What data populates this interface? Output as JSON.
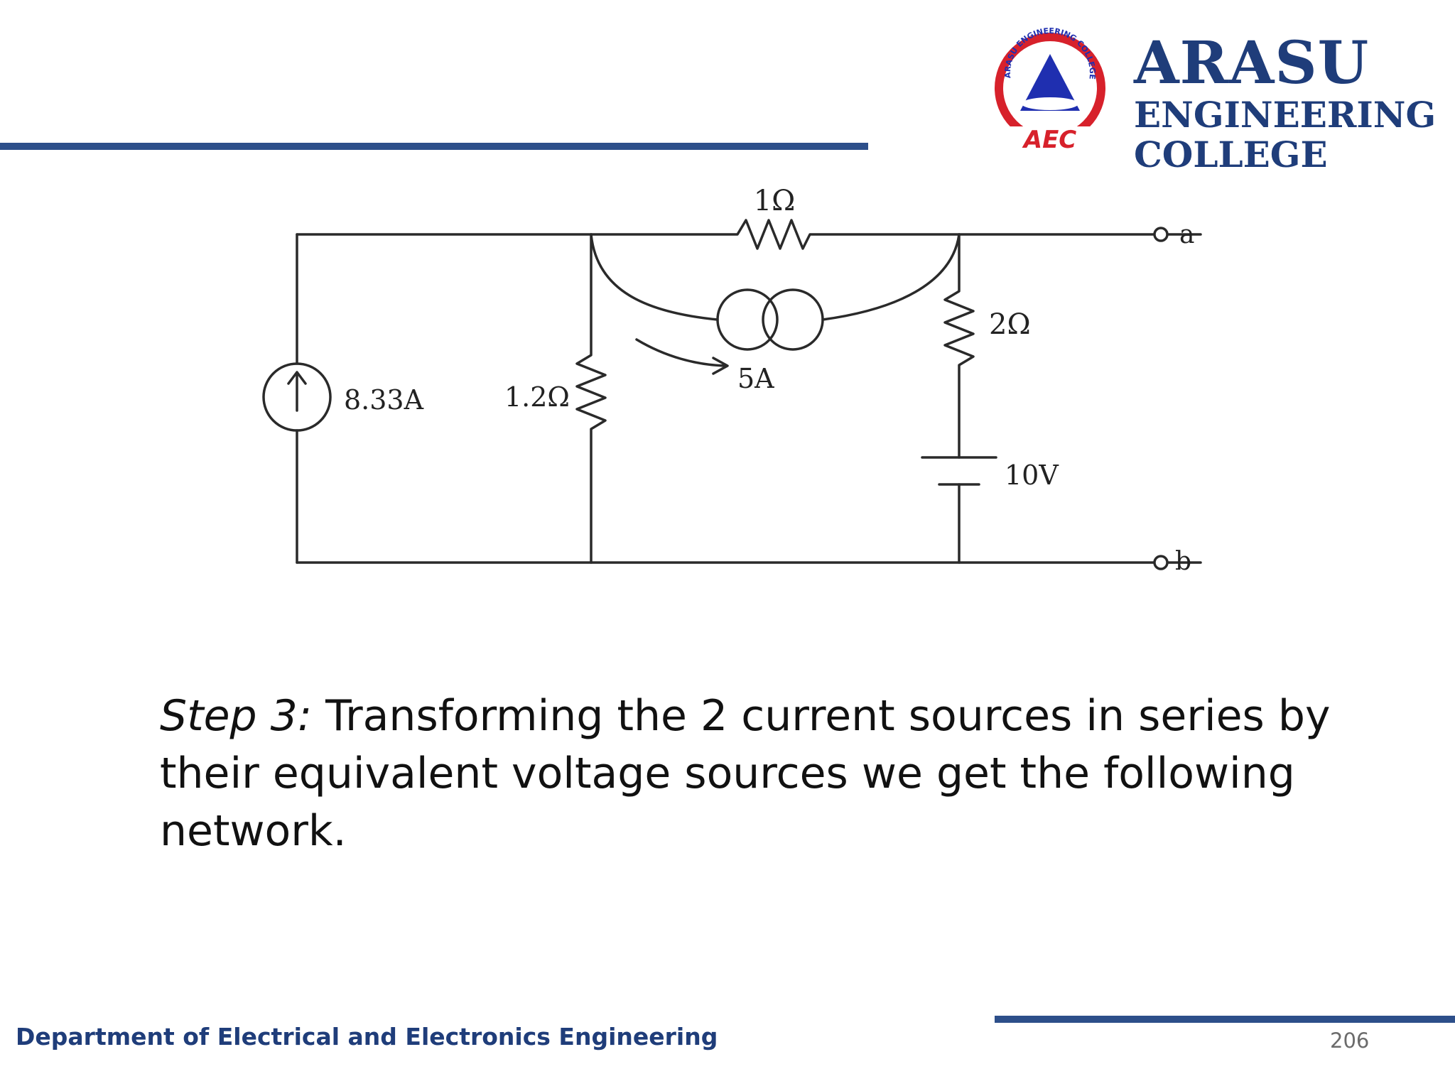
{
  "colors": {
    "accent": "#2d4f8a",
    "accent_dark": "#1f3d7a",
    "seal_red": "#d7212b",
    "seal_blue": "#1f2fb0"
  },
  "logo": {
    "seal_top_text": "ARASU ENGINEERING COLLEGE",
    "seal_abbrev": "AEC",
    "line1": "ARASU",
    "line2": "ENGINEERING",
    "line3": "COLLEGE"
  },
  "circuit": {
    "r_top": "1Ω",
    "r_right": "2Ω",
    "r_mid": "1.2Ω",
    "source_left": "8.33A",
    "source_mid": "5A",
    "battery": "10V",
    "terminal_a": "a",
    "terminal_b": "b"
  },
  "body": {
    "step_label": "Step 3:",
    "text": " Transforming the 2 current sources in series by their equivalent voltage sources we get the following network."
  },
  "footer": {
    "department": "Department of Electrical and Electronics Engineering",
    "page_number": "206"
  }
}
